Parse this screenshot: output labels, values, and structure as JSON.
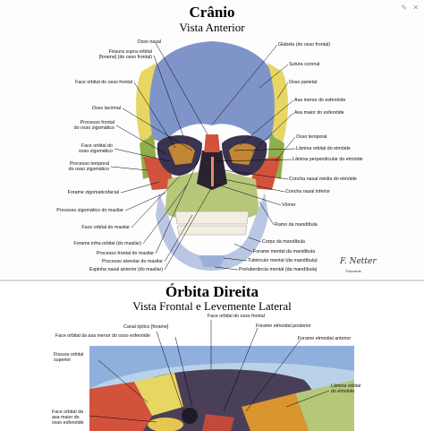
{
  "top": {
    "title": "Crânio",
    "subtitle": "Vista Anterior",
    "labels_left": [
      "Osso nasal",
      "Fissura supra-orbital\n[forame] (do osso frontal)",
      "Face orbital do osso frontal",
      "Osso lacrimal",
      "Processo frontal\ndo osso zigomático",
      "Face orbital do\nosso zigomático",
      "Processo temporal\ndo osso zigomático",
      "Forame zigomaticofacial",
      "Processo zigomático do maxilar",
      "Face orbital do maxilar",
      "Forame infra-orbital (do maxilar)",
      "Processo frontal do maxilar",
      "Processo alveolar do maxilar",
      "Espinha nasal anterior (do maxilar)"
    ],
    "labels_right": [
      "Glabela (do osso frontal)",
      "Sutura coronal",
      "Osso parietal",
      "Asa menor do esfenóide",
      "Asa maior do esfenóide",
      "Osso temporal",
      "Lâmina orbital do etmóide",
      "Lâmina perpendicular do etmóide",
      "Concha nasal média do etmóide",
      "Concha nasal inferior",
      "Vômer",
      "Ramo da mandíbula",
      "Corpo da mandíbula",
      "Forame mental da mandíbula",
      "Tubérculo mental (da mandíbula)",
      "Protuberância mental (da mandíbula)"
    ],
    "signature": "F. Netter",
    "copyright": "©Novartis",
    "icons": [
      "edit-icon",
      "close-icon"
    ]
  },
  "bottom": {
    "title": "Órbita Direita",
    "subtitle": "Vista Frontal e Levemente Lateral",
    "labels": [
      "Canal óptico [forame]",
      "Face orbital do osso frontal",
      "Face orbital da asa menor do osso esfenóide",
      "Forame etmoidal posterior",
      "Forame etmoidal anterior",
      "Fissura orbital\nsuperior",
      "Lâmina orbital\ndo etmóide",
      "Face orbital da\nasa maior do\nosso esfenóide"
    ]
  },
  "colors": {
    "skull_blue": "#7f95c9",
    "parietal_yellow": "#e8d664",
    "temporal_green": "#8fae4c",
    "zygomatic_red": "#d2523c",
    "maxilla_green": "#b7c77a",
    "mandible_blue": "#b9c7e4",
    "orbit_orange": "#d9962f",
    "leader_line": "#000000"
  }
}
